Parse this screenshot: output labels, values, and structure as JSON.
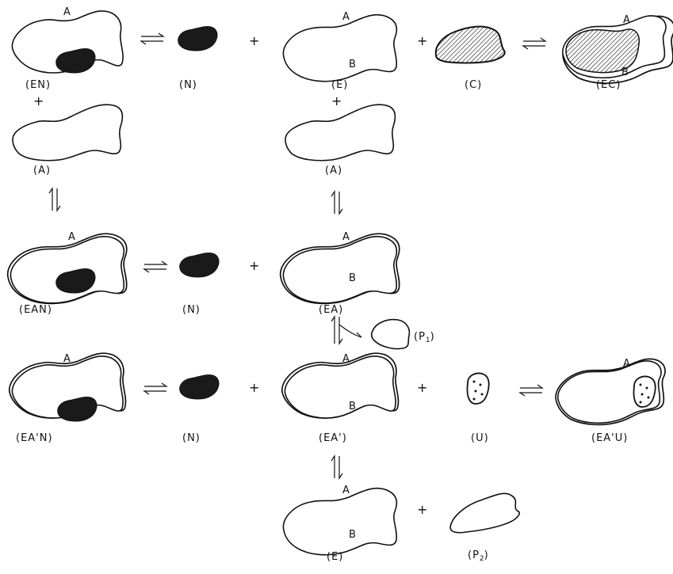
{
  "labels": {
    "en": "(EN)",
    "n1": "(N)",
    "e1": "(E)",
    "c": "(C)",
    "ec": "(EC)",
    "a1": "(A)",
    "a2": "(A)",
    "ean": "(EAN)",
    "n2": "(N)",
    "ea": "(EA)",
    "p1_main": "(P",
    "p1_sub": "1",
    "p1_close": ")",
    "eapn": "(EA'N)",
    "n3": "(N)",
    "eap": "(EA')",
    "u": "(U)",
    "eapu": "(EA'U)",
    "e2": "(E)",
    "p2_main": "(P",
    "p2_sub": "2",
    "p2_close": ")"
  },
  "sites": {
    "a": "A",
    "b": "B"
  },
  "ops": {
    "plus": "+"
  },
  "colors": {
    "ink": "#111111",
    "background": "#ffffff",
    "inhibitor": "#1a1a1a"
  }
}
